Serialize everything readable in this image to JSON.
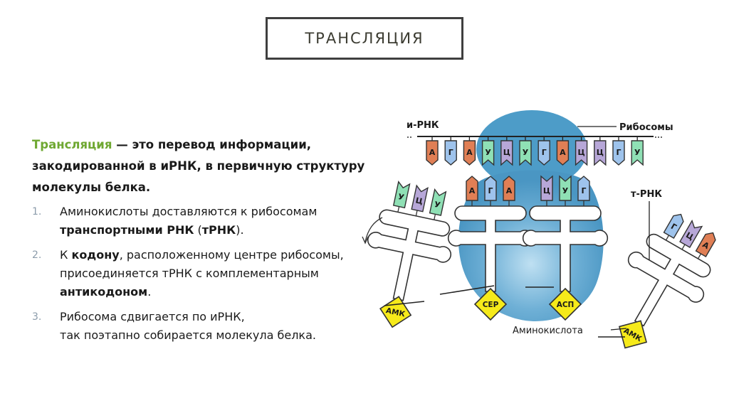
{
  "title": "ТРАНСЛЯЦИЯ",
  "intro": {
    "term": "Трансляция",
    "definition": " — это перевод информации, закодированной в иРНК, в первичную структуру молекулы белка."
  },
  "steps": [
    {
      "number": "1.",
      "parts": [
        {
          "text": "Аминокислоты доставляются к рибосомам ",
          "bold": false
        },
        {
          "text": "транспортными РНК",
          "bold": true
        },
        {
          "text": " (",
          "bold": false
        },
        {
          "text": "тРНК",
          "bold": true
        },
        {
          "text": ").",
          "bold": false
        }
      ]
    },
    {
      "number": "2.",
      "parts": [
        {
          "text": "К ",
          "bold": false
        },
        {
          "text": "кодону",
          "bold": true
        },
        {
          "text": ", расположенному  центре рибосомы, присоединяется тРНК с комплементарным ",
          "bold": false
        },
        {
          "text": "антикодоном",
          "bold": true
        },
        {
          "text": ".",
          "bold": false
        }
      ]
    },
    {
      "number": "3.",
      "parts": [
        {
          "text": "Рибосома сдвигается по иРНК,",
          "bold": false
        },
        {
          "text": "\n",
          "bold": false
        },
        {
          "text": "так поэтапно собирается молекула белка.",
          "bold": false
        }
      ]
    }
  ],
  "diagram": {
    "labels": {
      "mrna": "и-РНК",
      "ribosome": "Рибосомы",
      "trna": "т-РНК",
      "amino_acid": "Аминокислота"
    },
    "mrna_codons": [
      "А",
      "Г",
      "А",
      "У",
      "Ц",
      "У",
      "Г",
      "А",
      "Ц",
      "Ц",
      "Г",
      "У"
    ],
    "bound_trna": [
      {
        "anticodon": [
          "А",
          "Г",
          "А"
        ],
        "amino_acid": "СЕР"
      },
      {
        "anticodon": [
          "Ц",
          "У",
          "Г"
        ],
        "amino_acid": "АСП"
      }
    ],
    "incoming_trna": {
      "anticodon": [
        "У",
        "Ц",
        "У"
      ],
      "amino_acid": "АМК"
    },
    "leaving_trna": {
      "anticodon": [
        "Г",
        "Ц",
        "А"
      ],
      "amino_acid": "АМК"
    },
    "colors": {
      "А": "#e07f55",
      "Г": "#9ec3ec",
      "У": "#8fe0b5",
      "Ц": "#b7a7d8",
      "ribosome": "#4d9cc8",
      "amino_acid": "#f6ea1a",
      "accent_green": "#6fa832"
    }
  }
}
